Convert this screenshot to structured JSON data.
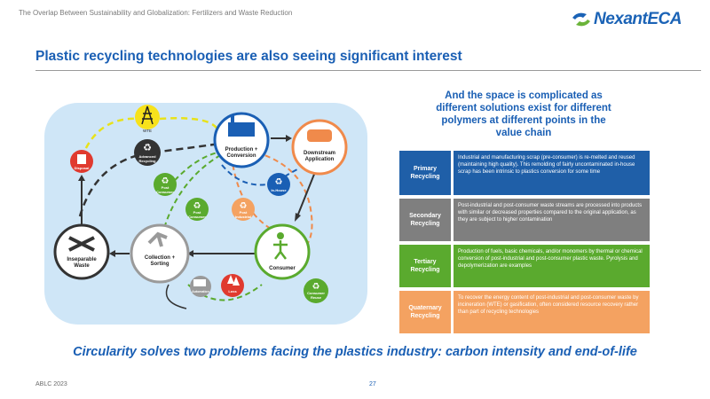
{
  "header": {
    "deck_title": "The Overlap Between Sustainability and Globalization: Fertilizers and Waste Reduction",
    "logo_text": "NexantECA"
  },
  "slide": {
    "title": "Plastic recycling technologies are also seeing significant interest",
    "right_heading_lines": [
      "And the space is complicated as",
      "different solutions exist for different",
      "polymers at different points in the",
      "value chain"
    ],
    "bottom_line": "Circularity solves two problems facing the plastics industry: carbon intensity and end-of-life"
  },
  "diagram": {
    "nodes": {
      "production": [
        "Production +",
        "Conversion"
      ],
      "downstream": [
        "Downstream",
        "Application"
      ],
      "consumer": [
        "Consumer"
      ],
      "collection": [
        "Collection +",
        "Sorting"
      ],
      "inseparable": [
        "Inseparable",
        "Waste"
      ]
    },
    "badges": {
      "wte": [
        "WTE"
      ],
      "disposal": [
        "Disposal"
      ],
      "advanced": [
        "Advanced",
        "Recycling"
      ],
      "post_consumer_1": [
        "Post",
        "Consumer"
      ],
      "post_consumer_2": [
        "Post",
        "Consumer"
      ],
      "post_industrial": [
        "Post",
        "Industrial"
      ],
      "in_house": [
        "In-House"
      ],
      "automation": [
        "Automation"
      ],
      "loss": [
        "Loss"
      ],
      "consumer_reuse": [
        "Consumer",
        "Reuse"
      ]
    }
  },
  "table": [
    {
      "label_lines": [
        "Primary",
        "Recycling"
      ],
      "color": "#1f5fa8",
      "text": "Industrial and manufacturing scrap (pre-consumer) is re-melted and reused (maintaining high quality). This remolding of fairly uncontaminated in-house scrap has been intrinsic to plastics conversion for some time"
    },
    {
      "label_lines": [
        "Secondary",
        "Recycling"
      ],
      "color": "#7f7f7f",
      "text": "Post-industrial and post-consumer waste streams are processed into products with similar or decreased properties compared to the original application, as they are subject to higher contamination"
    },
    {
      "label_lines": [
        "Tertiary",
        "Recycling"
      ],
      "color": "#5aaa2e",
      "text": "Production of fuels, basic chemicals, and/or monomers by thermal or chemical conversion of post-industrial and post-consumer plastic waste. Pyrolysis and depolymerization are examples"
    },
    {
      "label_lines": [
        "Quaternary",
        "Recycling"
      ],
      "color": "#f4a261",
      "text": "To recover the energy content of post-industrial and post-consumer waste by incineration (WTE) or gasification, often considered resource recovery rather than part of recycling technologies"
    }
  ],
  "footer": {
    "left": "ABLC 2023",
    "page": "27"
  },
  "colors": {
    "blue": "#1a5fb4",
    "green": "#5aaa2e",
    "orange": "#f08a4b",
    "red": "#e03a2f",
    "gray": "#9a9a9a",
    "light_blue_bg": "#cfe6f7"
  }
}
